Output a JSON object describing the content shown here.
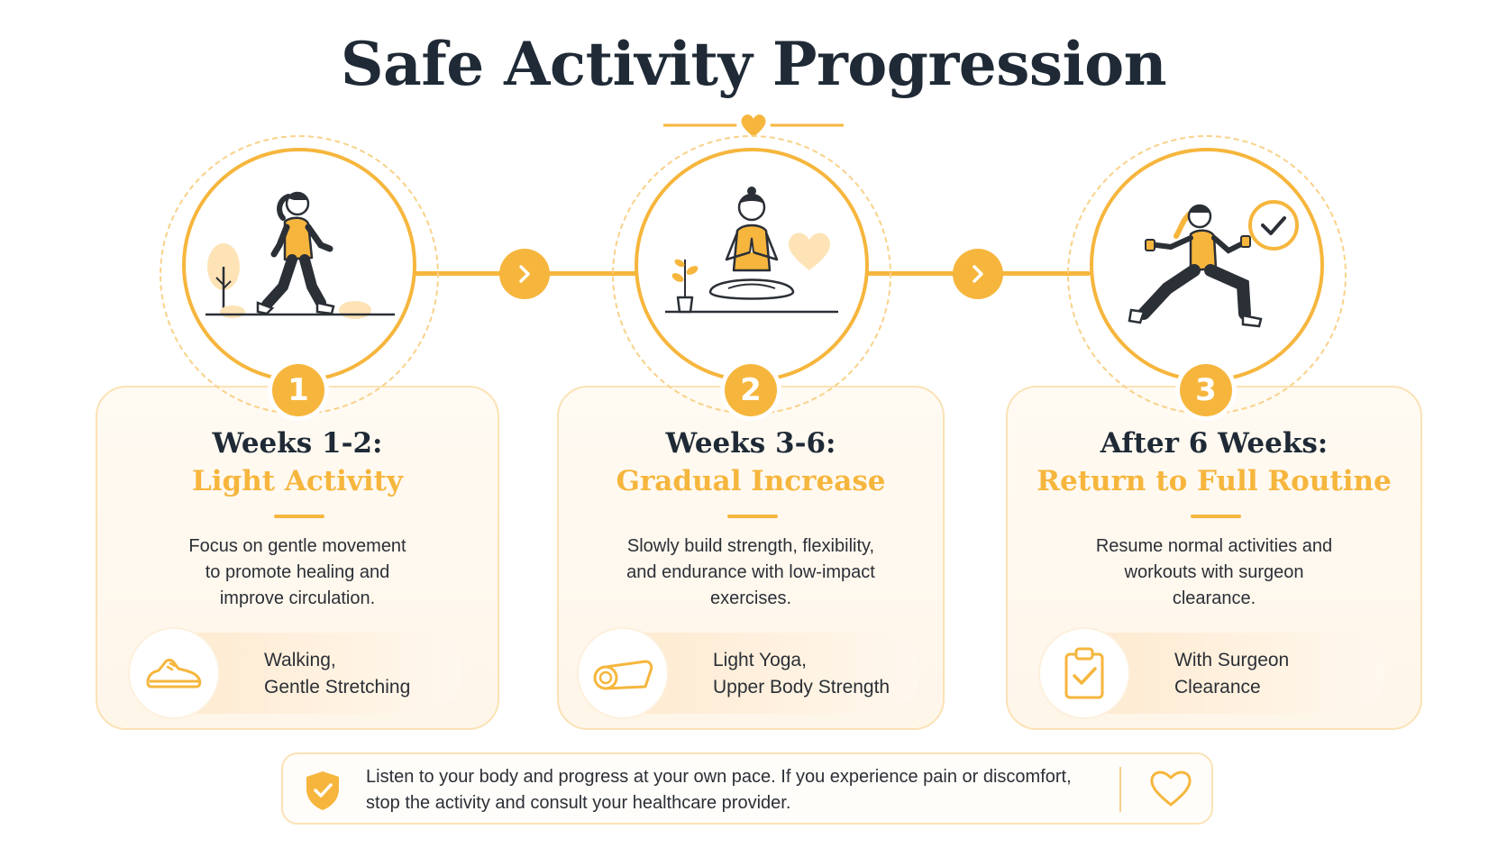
{
  "title": "Safe Activity Progression",
  "icons": {
    "ornament": "heart-icon",
    "connector": "chevron-right-icon"
  },
  "colors": {
    "accent": "#f6b63d",
    "heading": "#1f2a36",
    "card_border": "#fbe2b5",
    "card_fill": "#fff7ec",
    "text": "#2b2f36"
  },
  "stages": [
    {
      "number": "1",
      "heading_line1": "Weeks 1-2:",
      "heading_line2": "Light Activity",
      "description_lines": [
        "Focus on gentle movement",
        "to promote healing and",
        "improve circulation."
      ],
      "activities_lines": [
        "Walking,",
        "Gentle Stretching"
      ],
      "illustration": "walking-woman-illustration",
      "activity_icon": "sneaker-icon"
    },
    {
      "number": "2",
      "heading_line1": "Weeks 3-6:",
      "heading_line2": "Gradual Increase",
      "description_lines": [
        "Slowly build strength, flexibility,",
        "and endurance with low-impact",
        "exercises."
      ],
      "activities_lines": [
        "Light Yoga,",
        "Upper Body Strength"
      ],
      "illustration": "yoga-meditation-illustration",
      "activity_icon": "yoga-mat-icon"
    },
    {
      "number": "3",
      "heading_line1": "After 6 Weeks:",
      "heading_line2": "Return to Full Routine",
      "description_lines": [
        "Resume normal activities and",
        "workouts with surgeon",
        "clearance."
      ],
      "activities_lines": [
        "With Surgeon",
        "Clearance"
      ],
      "illustration": "lunge-dumbbells-illustration",
      "activity_icon": "clipboard-check-icon"
    }
  ],
  "note": {
    "lines": [
      "Listen to your body and progress at your own pace. If you experience pain or discomfort,",
      "stop the activity and consult your healthcare provider."
    ],
    "left_icon": "shield-check-icon",
    "right_icon": "heart-outline-icon"
  }
}
